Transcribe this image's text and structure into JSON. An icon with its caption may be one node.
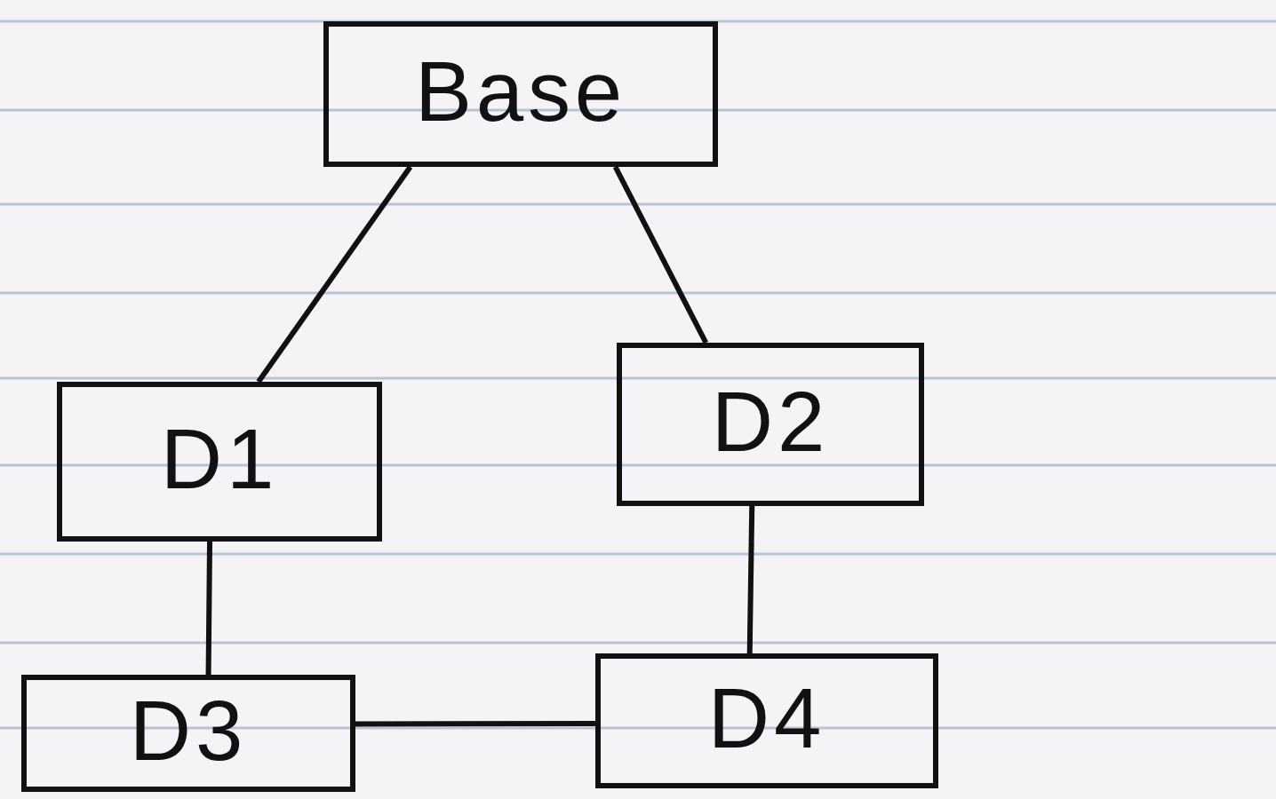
{
  "diagram": {
    "nodes": [
      {
        "text": [
          "Base"
        ]
      },
      {
        "text": [
          "D1"
        ]
      },
      {
        "text": [
          "D2"
        ]
      },
      {
        "text": [
          "D3"
        ]
      },
      {
        "text": [
          "D4"
        ]
      }
    ],
    "edges": [
      {
        "from": 0,
        "to": 1,
        "arrow": "none"
      },
      {
        "from": 0,
        "to": 2,
        "arrow": "none"
      },
      {
        "from": 1,
        "to": 3,
        "arrow": "none"
      },
      {
        "from": 2,
        "to": 4,
        "arrow": "none"
      },
      {
        "from": 3,
        "to": 4,
        "arrow": "none"
      }
    ]
  }
}
